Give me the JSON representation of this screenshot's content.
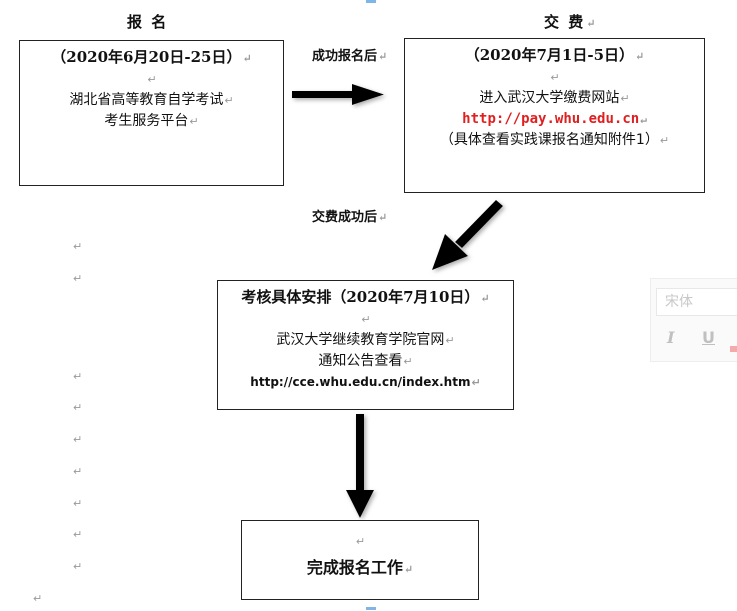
{
  "header_left": "报 名",
  "header_right": "交 费",
  "box1": {
    "date": "（2020年6月20日-25日）",
    "line1": "湖北省高等教育自学考试",
    "line2": "考生服务平台"
  },
  "arrow1_label": "成功报名后",
  "box2": {
    "date": "（2020年7月1日-5日）",
    "line1": "进入武汉大学缴费网站",
    "url": "http://pay.whu.edu.cn",
    "line2": "（具体查看实践课报名通知附件1）"
  },
  "arrow2_label": "交费成功后",
  "box3": {
    "title": "考核具体安排（2020年7月10日）",
    "line1": "武汉大学继续教育学院官网",
    "line2": "通知公告查看",
    "url": "http://cce.whu.edu.cn/index.htm"
  },
  "box4": {
    "text": "完成报名工作"
  },
  "paragraph_mark": "↵",
  "toolbar": {
    "font_name": "宋体",
    "italic": "I",
    "underline": "U"
  }
}
